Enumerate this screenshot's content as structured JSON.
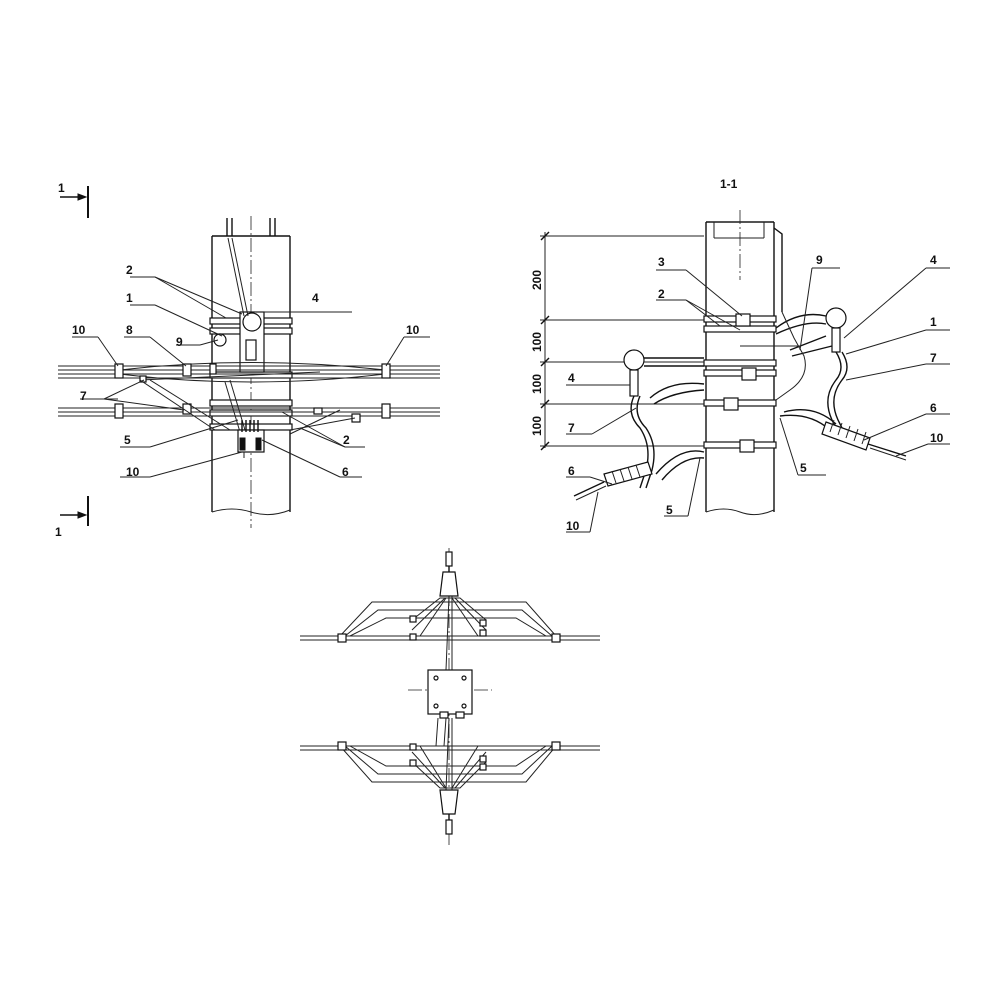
{
  "section_marks": {
    "top": "1",
    "bottom": "1",
    "view_title": "1-1"
  },
  "front_view": {
    "callouts": [
      {
        "id": "fv-2a",
        "text": "2"
      },
      {
        "id": "fv-1",
        "text": "1"
      },
      {
        "id": "fv-4",
        "text": "4"
      },
      {
        "id": "fv-10l",
        "text": "10"
      },
      {
        "id": "fv-10r",
        "text": "10"
      },
      {
        "id": "fv-8",
        "text": "8"
      },
      {
        "id": "fv-9",
        "text": "9"
      },
      {
        "id": "fv-7",
        "text": "7"
      },
      {
        "id": "fv-5",
        "text": "5"
      },
      {
        "id": "fv-2b",
        "text": "2"
      },
      {
        "id": "fv-10b",
        "text": "10"
      },
      {
        "id": "fv-6",
        "text": "6"
      }
    ]
  },
  "section_view": {
    "dimensions": [
      "200",
      "100",
      "100",
      "100"
    ],
    "callouts": [
      {
        "id": "sv-3",
        "text": "3"
      },
      {
        "id": "sv-2",
        "text": "2"
      },
      {
        "id": "sv-9",
        "text": "9"
      },
      {
        "id": "sv-4r",
        "text": "4"
      },
      {
        "id": "sv-1",
        "text": "1"
      },
      {
        "id": "sv-7r",
        "text": "7"
      },
      {
        "id": "sv-4l",
        "text": "4"
      },
      {
        "id": "sv-7l",
        "text": "7"
      },
      {
        "id": "sv-6r",
        "text": "6"
      },
      {
        "id": "sv-10r",
        "text": "10"
      },
      {
        "id": "sv-5r",
        "text": "5"
      },
      {
        "id": "sv-6l",
        "text": "6"
      },
      {
        "id": "sv-5l",
        "text": "5"
      },
      {
        "id": "sv-10l",
        "text": "10"
      }
    ]
  }
}
